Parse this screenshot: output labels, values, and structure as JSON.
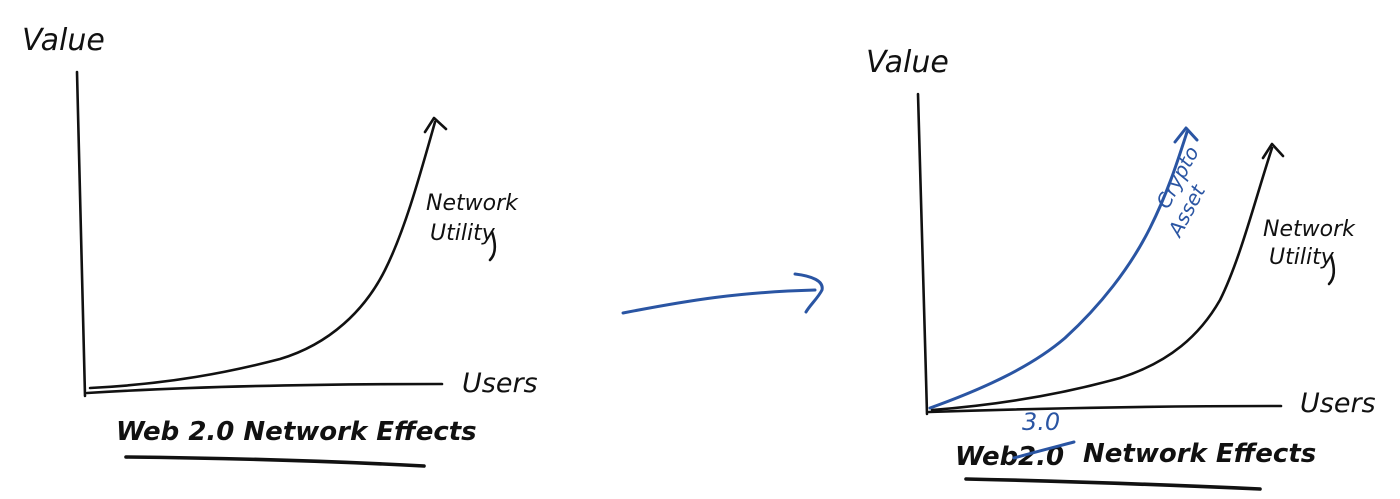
{
  "colors": {
    "ink": "#111111",
    "accent_blue": "#2a55a3",
    "background": "#ffffff"
  },
  "left_diagram": {
    "y_axis_label": "Value",
    "x_axis_label": "Users",
    "curve_label_line1": "Network",
    "curve_label_line2": "Utility",
    "title": "Web 2.0 Network Effects"
  },
  "transition_arrow": {
    "icon": "right-arrow-icon"
  },
  "right_diagram": {
    "y_axis_label": "Value",
    "x_axis_label": "Users",
    "curve_label_line1": "Network",
    "curve_label_line2": "Utility",
    "crypto_label_line1": "Crypto",
    "crypto_label_line2": "Asset",
    "title_prefix": "Web",
    "title_struck_version": "2.0",
    "title_new_version": "3.0",
    "title_suffix": "Network Effects"
  }
}
